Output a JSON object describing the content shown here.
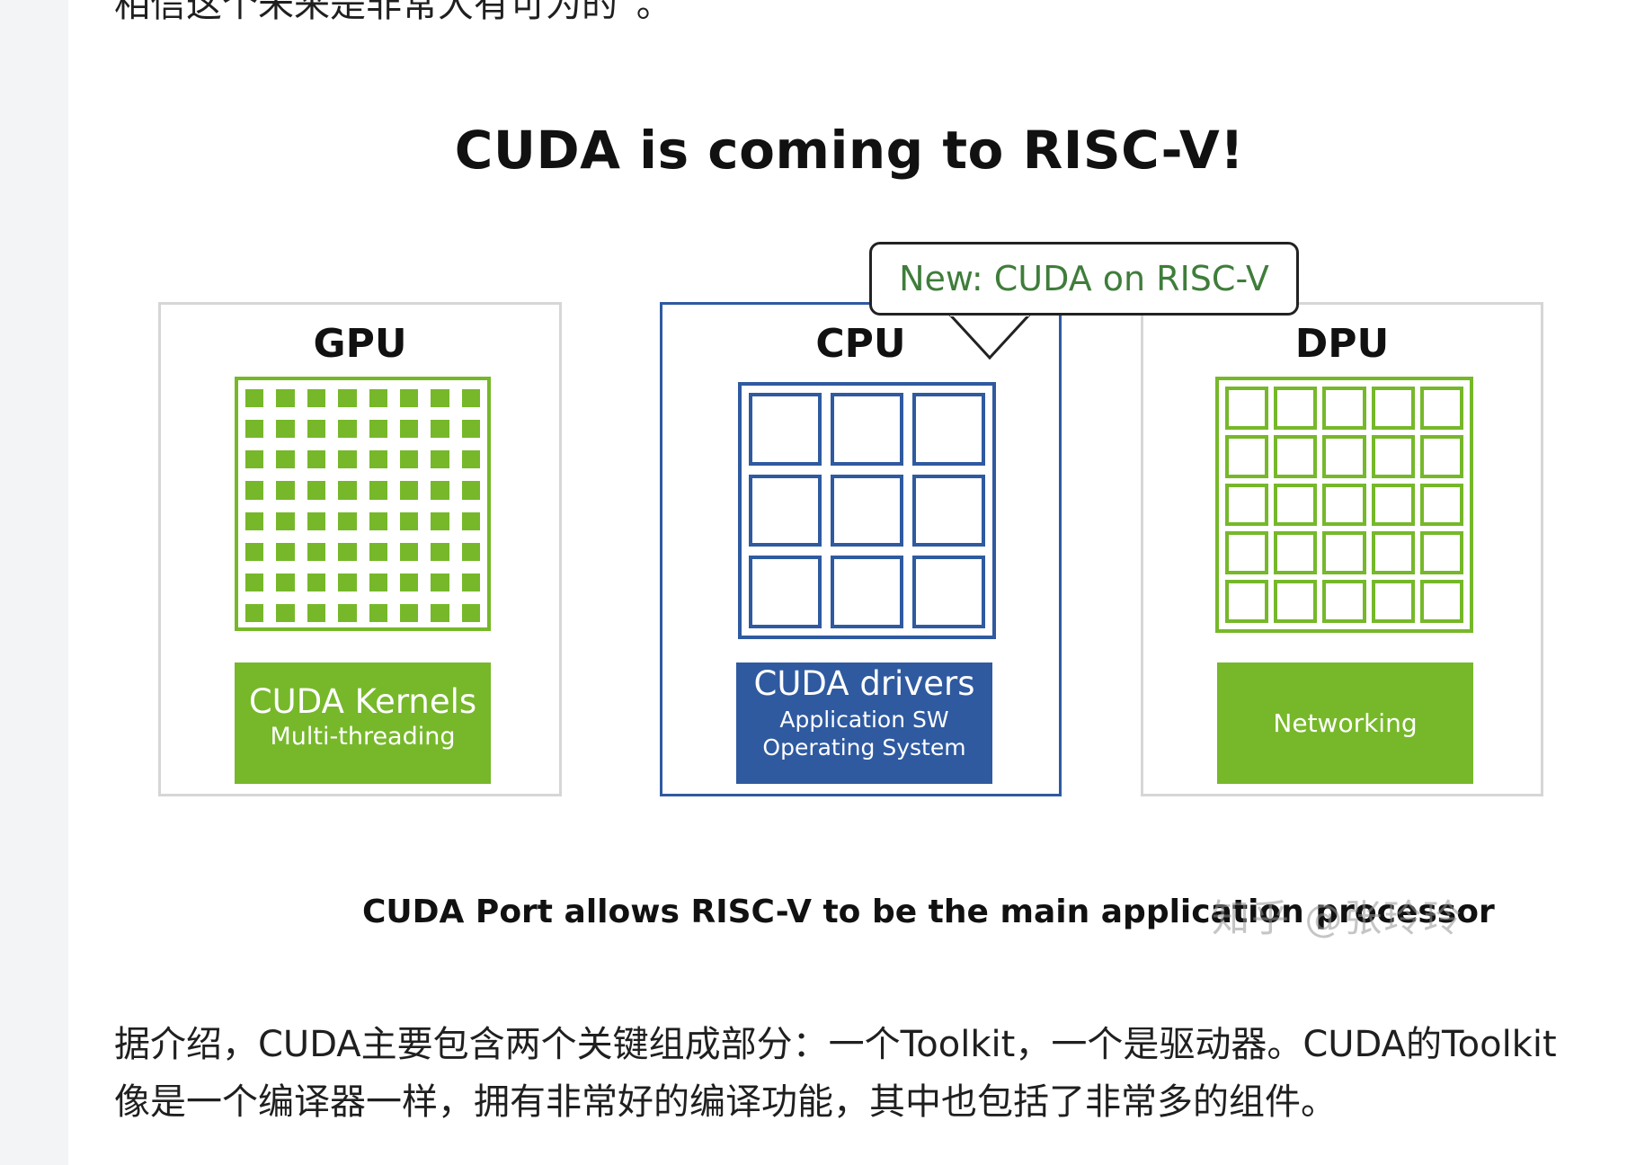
{
  "article": {
    "top_text": "相信这个未来是非常大有可为的”。",
    "bottom_line1": "据介绍，CUDA主要包含两个关键组成部分：一个Toolkit，一个是驱动器。CUDA的Toolkit",
    "bottom_line2": "像是一个编译器一样，拥有非常好的编译功能，其中也包括了非常多的组件。"
  },
  "figure": {
    "title": "CUDA is coming to RISC-V!",
    "callout": "New: CUDA on RISC-V",
    "gpu": {
      "title": "GPU",
      "box_main": "CUDA Kernels",
      "box_sub": "Multi-threading"
    },
    "cpu": {
      "title": "CPU",
      "box_main": "CUDA drivers",
      "box_sub1": "Application SW",
      "box_sub2": "Operating System"
    },
    "dpu": {
      "title": "DPU",
      "box_main": "Networking"
    },
    "caption": "CUDA Port allows RISC-V to be the main application processor",
    "watermark": "知乎 @张玲玲"
  },
  "colors": {
    "green": "#76b82a",
    "blue": "#2f5aa0",
    "callout_text": "#3f7d3a"
  }
}
